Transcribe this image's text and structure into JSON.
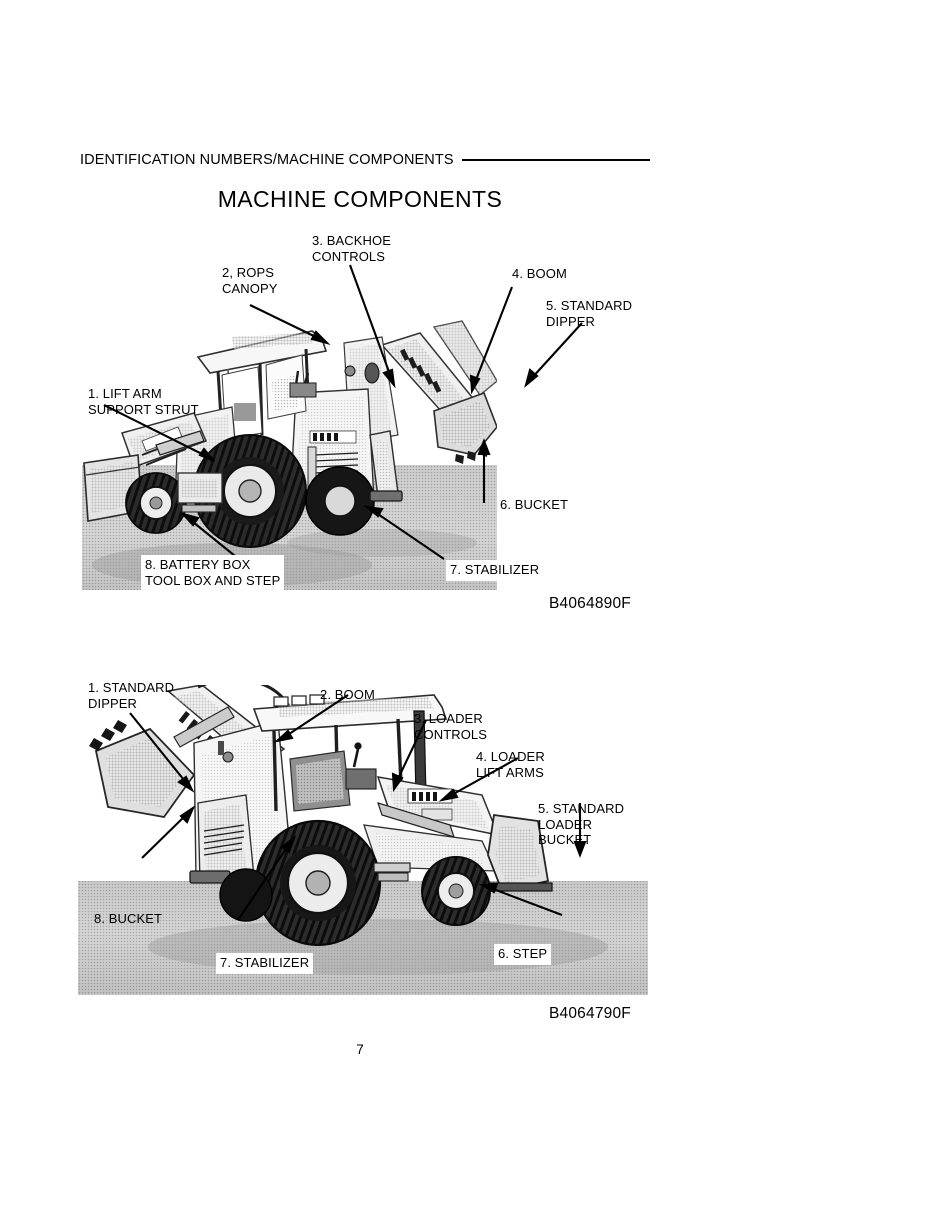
{
  "header": {
    "running_head": "IDENTIFICATION NUMBERS/MACHINE COMPONENTS",
    "title": "MACHINE COMPONENTS"
  },
  "figures": [
    {
      "id": "figure-1",
      "caption_code": "B4064890F",
      "callouts": [
        {
          "name": "callout-1-lift-arm-support-strut",
          "text": "1. LIFT ARM\nSUPPORT STRUT",
          "boxed": false
        },
        {
          "name": "callout-2-rops-canopy",
          "text": "2, ROPS\nCANOPY",
          "boxed": false
        },
        {
          "name": "callout-3-backhoe-controls",
          "text": "3. BACKHOE\nCONTROLS",
          "boxed": false
        },
        {
          "name": "callout-4-boom",
          "text": "4. BOOM",
          "boxed": false
        },
        {
          "name": "callout-5-standard-dipper",
          "text": "5. STANDARD\nDIPPER",
          "boxed": false
        },
        {
          "name": "callout-6-bucket",
          "text": "6. BUCKET",
          "boxed": false
        },
        {
          "name": "callout-7-stabilizer",
          "text": "7. STABILIZER",
          "boxed": true
        },
        {
          "name": "callout-8-battery-box",
          "text": "8. BATTERY BOX\nTOOL BOX AND STEP",
          "boxed": true
        }
      ]
    },
    {
      "id": "figure-2",
      "caption_code": "B4064790F",
      "callouts": [
        {
          "name": "callout-1-standard-dipper",
          "text": "1. STANDARD\nDIPPER",
          "boxed": false
        },
        {
          "name": "callout-2-boom",
          "text": "2. BOOM",
          "boxed": false
        },
        {
          "name": "callout-3-loader-controls",
          "text": "3. LOADER\nCONTROLS",
          "boxed": false
        },
        {
          "name": "callout-4-loader-lift-arms",
          "text": "4. LOADER\nLIFT ARMS",
          "boxed": false
        },
        {
          "name": "callout-5-standard-loader-bucket",
          "text": "5. STANDARD\nLOADER\nBUCKET",
          "boxed": false
        },
        {
          "name": "callout-6-step",
          "text": "6. STEP",
          "boxed": true
        },
        {
          "name": "callout-7-stabilizer",
          "text": "7. STABILIZER",
          "boxed": true
        },
        {
          "name": "callout-8-bucket",
          "text": "8. BUCKET",
          "boxed": false
        }
      ]
    }
  ],
  "page_number": "7",
  "colors": {
    "ink": "#000000",
    "paper": "#ffffff",
    "photo_ground": "#b8b8b8",
    "photo_midtone": "#9a9a9a",
    "photo_shadow": "#2a2a2a"
  }
}
